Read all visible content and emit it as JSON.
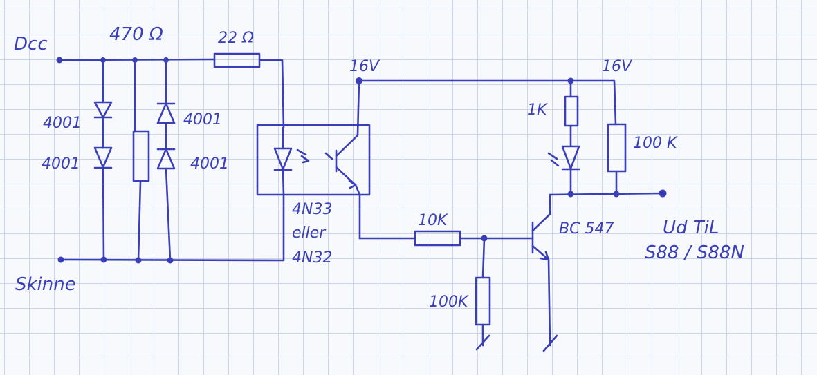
{
  "labels": {
    "dcc": "Dcc",
    "skinne": "Skinne",
    "r470": "470 Ω",
    "r22": "22 Ω",
    "d1": "4001",
    "d2": "4001",
    "d3": "4001",
    "d4": "4001",
    "opto_line1": "4N33",
    "opto_line2": "eller",
    "opto_line3": "4N32",
    "v16_left": "16V",
    "v16_right": "16V",
    "r1k": "1K",
    "r100k_right": "100 K",
    "r10k": "10K",
    "r100k_bottom": "100K",
    "transistor": "BC 547",
    "out_line1": "Ud TiL",
    "out_line2": "S88 / S88N"
  },
  "colors": {
    "ink": "#3a3fb8",
    "grid": "#c9d6ea",
    "paper": "#f7f9fc"
  }
}
